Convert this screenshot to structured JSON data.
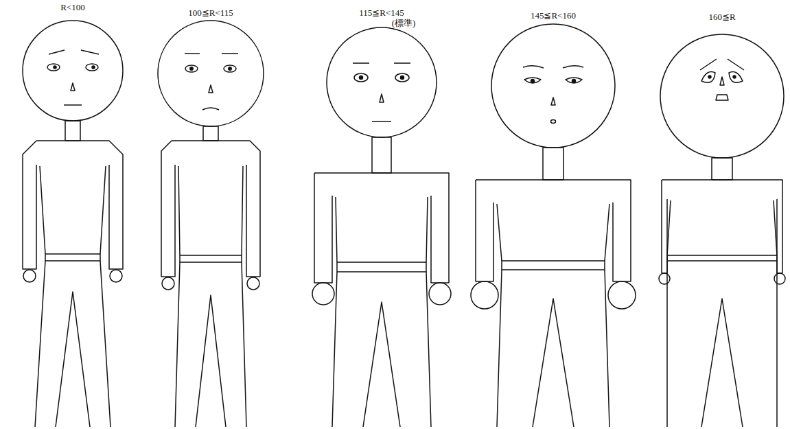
{
  "diagram": {
    "labels": [
      "R<100",
      "100≦R<115",
      "115≦R<145",
      "(標準)",
      "145≦R<160",
      "160≦R"
    ]
  }
}
